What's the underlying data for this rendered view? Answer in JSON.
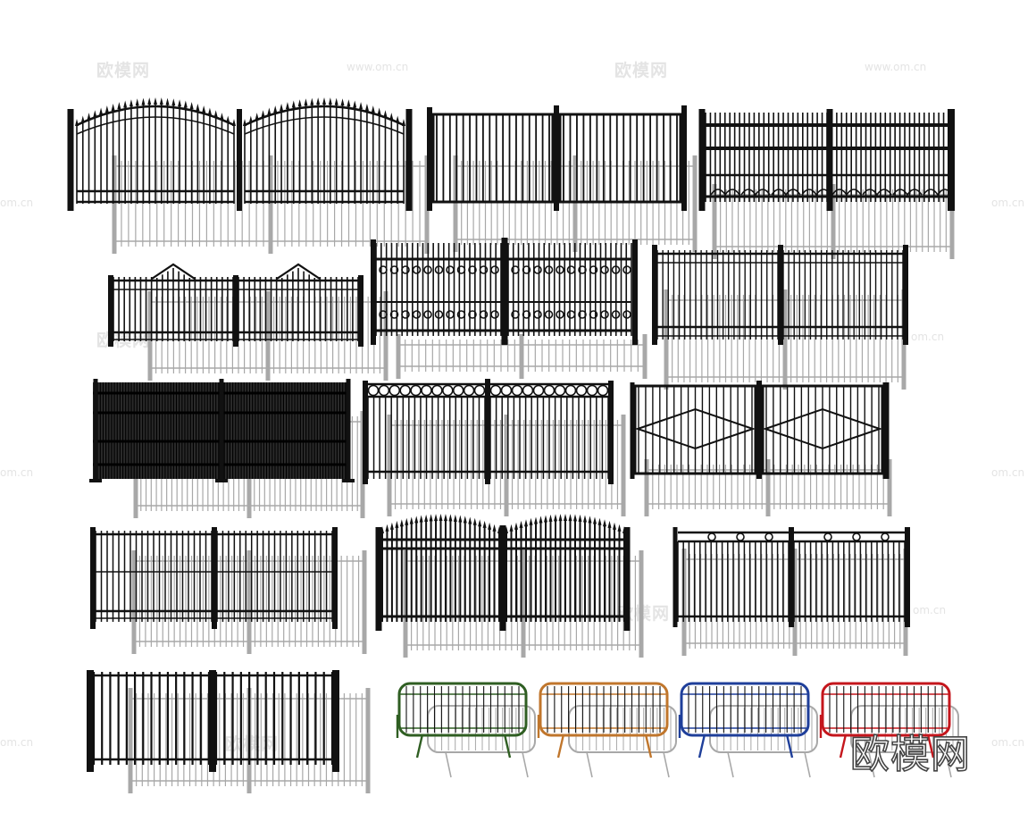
{
  "watermark": {
    "logo_text": "欧模网",
    "url_text": "www.om.cn",
    "url_fragment": "om.cn"
  },
  "brand_label": "欧模网",
  "colors": {
    "iron": "#111111",
    "shadow": "#a8a8a8",
    "watermark": "#e4e4e4",
    "barrier_green": "#2f5e22",
    "barrier_orange": "#c0762c",
    "barrier_blue": "#1f3f9a",
    "barrier_red": "#c4161c"
  },
  "fence_models": [
    {
      "name": "fence-arched-spear-double-gate"
    },
    {
      "name": "fence-flat-panel-double-gate"
    },
    {
      "name": "fence-spiked-decorative-panel"
    },
    {
      "name": "fence-pointed-picket-panel"
    },
    {
      "name": "fence-scroll-ornament-panel"
    },
    {
      "name": "fence-plain-picket-panel"
    },
    {
      "name": "fence-dense-mesh-panel"
    },
    {
      "name": "fence-ring-top-panel"
    },
    {
      "name": "fence-diamond-gate"
    },
    {
      "name": "fence-plain-bar-panel"
    },
    {
      "name": "fence-arched-spike-panel"
    },
    {
      "name": "fence-ring-rail-panel"
    },
    {
      "name": "fence-heavy-post-panel"
    }
  ],
  "barriers": [
    {
      "name": "barrier-green",
      "color": "#2f5e22"
    },
    {
      "name": "barrier-orange",
      "color": "#c0762c"
    },
    {
      "name": "barrier-blue",
      "color": "#1f3f9a"
    },
    {
      "name": "barrier-red",
      "color": "#c4161c"
    }
  ]
}
